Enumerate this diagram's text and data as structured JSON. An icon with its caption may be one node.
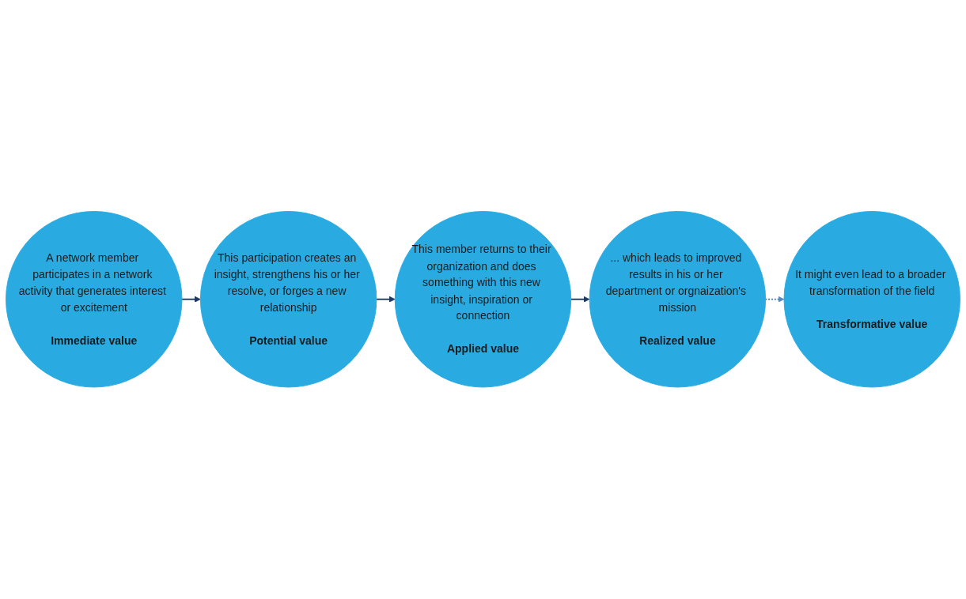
{
  "diagram": {
    "nodes": [
      {
        "text": [
          "A network member participates in a network activity that generates interest or excitement",
          "Immediate value"
        ]
      },
      {
        "text": [
          "This participation creates an insight, strengthens his or her resolve, or forges a new relationship",
          "Potential value"
        ]
      },
      {
        "text": [
          "This member returns to their organization and does something with this new insight, inspiration or connection",
          "Applied value"
        ]
      },
      {
        "text": [
          "... which leads to improved results in his or her department or orgnaization's mission",
          "Realized value"
        ]
      },
      {
        "text": [
          "It might even lead to a broader transformation of the field",
          "Transformative value"
        ]
      }
    ],
    "edges": [
      {
        "from": 0,
        "to": 1,
        "arrow": "to"
      },
      {
        "from": 1,
        "to": 2,
        "arrow": "to"
      },
      {
        "from": 2,
        "to": 3,
        "arrow": "to"
      },
      {
        "from": 3,
        "to": 4,
        "arrow": "to",
        "style": "dashed"
      }
    ]
  }
}
